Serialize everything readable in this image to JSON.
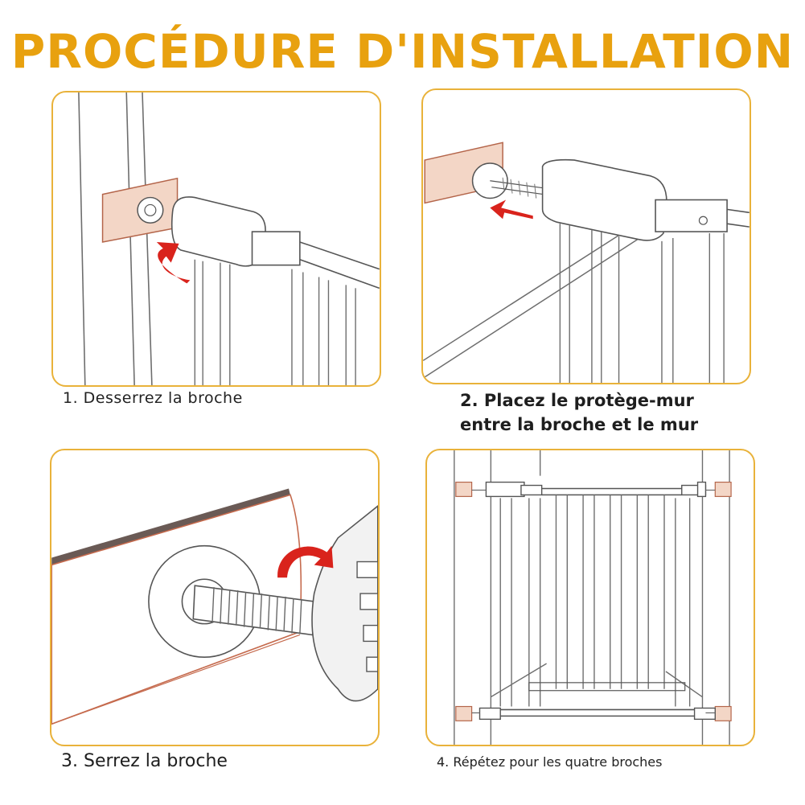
{
  "title": "PROCÉDURE D'INSTALLATION",
  "steps": [
    {
      "lines": [
        "1. Desserrez la broche"
      ]
    },
    {
      "lines": [
        "2. Placez le protège-mur",
        "entre la broche et le mur"
      ]
    },
    {
      "lines": [
        "3. Serrez la broche"
      ]
    },
    {
      "lines": [
        "4. Répétez pour les quatre broches"
      ]
    }
  ],
  "colors": {
    "title": "#e8a10f",
    "border": "#e9b23a",
    "arrow": "#d9231c",
    "pad": "#f0d3c4"
  },
  "icons": {
    "step1": "rotate-arrow-icon",
    "step2": "push-arrow-icon",
    "step3": "rotate-arrow-icon"
  }
}
